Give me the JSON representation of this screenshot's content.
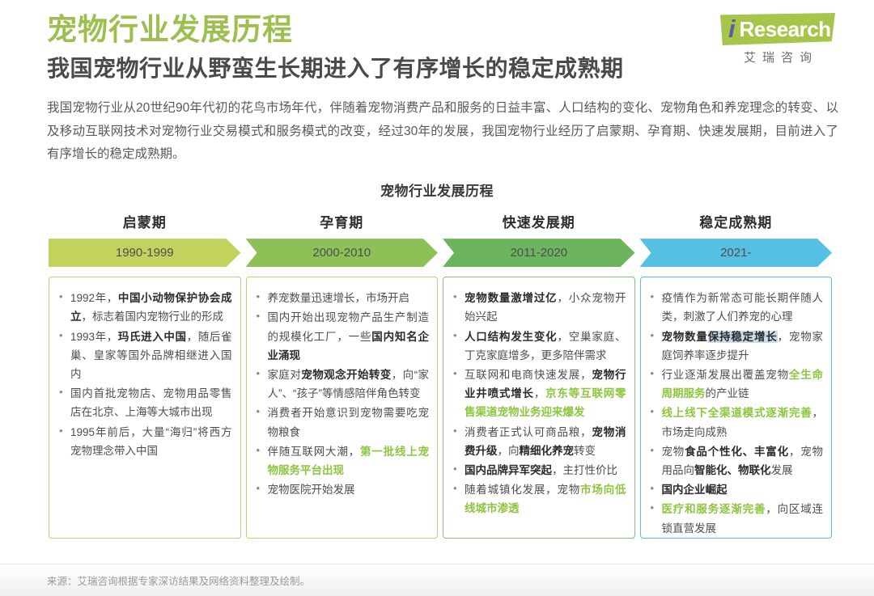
{
  "header": {
    "title_main": "宠物行业发展历程",
    "title_sub": "我国宠物行业从野蛮生长期进入了有序增长的稳定成熟期",
    "logo_i": "i",
    "logo_word": "Research",
    "logo_cn": "艾瑞咨询"
  },
  "intro": "我国宠物行业从20世纪90年代初的花鸟市场年代，伴随着宠物消费产品和服务的日益丰富、人口结构的变化、宠物角色和养宠理念的转变、以及移动互联网技术对宠物行业交易模式和服务模式的改变，经过30年的发展，我国宠物行业经历了启蒙期、孕育期、快速发展期，目前进入了有序增长的稳定成熟期。",
  "figure": {
    "title": "宠物行业发展历程",
    "phases": [
      {
        "name": "启蒙期",
        "years": "1990-1999",
        "arrow_color": "#c2d25c",
        "border_color": "#b9cf7e"
      },
      {
        "name": "孕育期",
        "years": "2000-2010",
        "arrow_color": "#8dc157",
        "border_color": "#b9cf7e"
      },
      {
        "name": "快速发展期",
        "years": "2011-2020",
        "arrow_color": "#6cb45e",
        "border_color": "#8cc07a"
      },
      {
        "name": "稳定成熟期",
        "years": "2021-",
        "arrow_color": "#55bfe4",
        "border_color": "#55bfe4"
      }
    ]
  },
  "footer": {
    "source": "来源：艾瑞咨询根据专家深访结果及网络资料整理及绘制。"
  },
  "colors": {
    "accent_green": "#8cc63e",
    "title_green": "#9cbf4f",
    "accent_blue": "#55bfe4",
    "highlight_blue": "#c9dced"
  }
}
